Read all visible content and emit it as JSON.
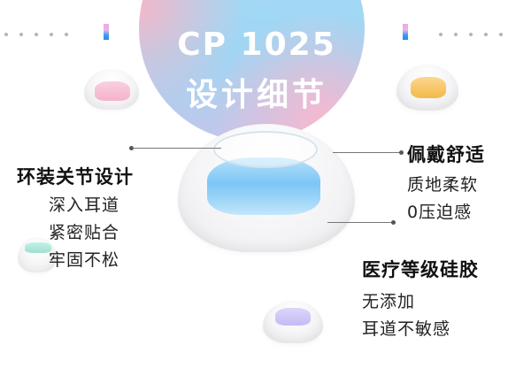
{
  "hero": {
    "model": "CP 1025",
    "subtitle": "设计细节"
  },
  "features": {
    "left": {
      "heading": "环装关节设计",
      "lines": [
        "深入耳道",
        "紧密贴合",
        "牢固不松"
      ]
    },
    "right_top": {
      "heading": "佩戴舒适",
      "lines": [
        "质地柔软",
        "0压迫感"
      ]
    },
    "right_bottom": {
      "heading": "医疗等级硅胶",
      "lines": [
        "无添加",
        "耳道不敏感"
      ]
    }
  },
  "product_images": [
    {
      "name": "main-eartip",
      "color": "#7cc6f5"
    },
    {
      "name": "pink-eartip",
      "color": "#f3a5c4"
    },
    {
      "name": "orange-eartip",
      "color": "#f3b94a"
    },
    {
      "name": "green-eartip",
      "color": "#8ad8c4"
    },
    {
      "name": "purple-eartip",
      "color": "#c4bcf3"
    }
  ],
  "colors": {
    "accent_pink": "#f5a9d6",
    "accent_blue": "#1f8cf0",
    "circle_blue": "#a6dcf6",
    "circle_pink": "#f7b6c8",
    "circle_yellow": "#fae4a0"
  }
}
